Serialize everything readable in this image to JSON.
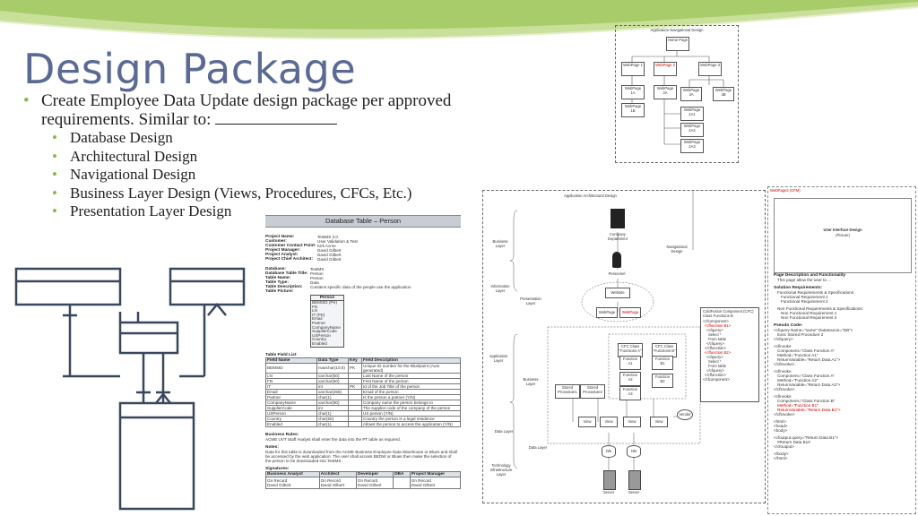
{
  "slide": {
    "title": "Design Package",
    "bullet_main": "Create Employee Data Update design package per approved requirements. Similar to:",
    "sub_bullets": [
      "Database Design",
      "Architectural Design",
      "Navigational Design",
      "Business Layer Design (Views, Procedures, CFCs, Etc.)",
      "Presentation Layer Design"
    ]
  },
  "colors": {
    "title": "#5a6a93",
    "bullet": "#8db84a",
    "wave": "#b9d67f",
    "table_header": "#c8ccd4",
    "navy": "#39475e",
    "red": "#cc0000"
  },
  "nav_diagram": {
    "title": "Application Navigational Design",
    "home": "Home Page",
    "pages": [
      "WebPage 1",
      "WebPage 2",
      "WebPage 3",
      "WebPage 1A",
      "WebPage 2A",
      "WebPage 3A",
      "WebPage 3B",
      "WebPage 1B",
      "WebPage 2A1",
      "WebPage 2A2",
      "WebPage 2A3"
    ]
  },
  "arch_diagram": {
    "title": "Application Architectural Design",
    "layers": [
      "Business Layer",
      "Information Layer",
      "Presentation Layer",
      "Application Layer",
      "Business Layer",
      "Data Layer",
      "Data Layer",
      "Technology Infrastructure Layer"
    ],
    "nodes": {
      "company": "Company Department",
      "nav": "Navigational Design",
      "person": "Personnel",
      "website": "Website",
      "webpage": "WebPage",
      "webpage_red": "WebPage",
      "cfc1": "CFC Class \"Functions A\"",
      "cfc2": "CFC Class \"Functions B\"",
      "fa1": "Function A1",
      "fb1": "Function B1",
      "fa2": "Function A2",
      "fb2": "Function B2",
      "sp1": "Stored Procedure1",
      "sp2": "Stored Procedure2",
      "fa3": "Function A3",
      "views": [
        "View",
        "View",
        "View",
        "View"
      ],
      "db": [
        "DB",
        "DB"
      ],
      "servers": [
        "Server",
        "Server"
      ],
      "vendor": "Vendor"
    },
    "code_panel": [
      "ColdFusion Component (CFC) Class Functions B",
      "<cfcomponent>",
      "<cffunction B1>",
      "<cfquery>",
      "Select *",
      "From table",
      "</cfquery>",
      "</cffunction>",
      "<cffunction B2>",
      "<cfquery>",
      "Select *",
      "From table",
      "</cfquery>",
      "</cffunction>",
      "</cfcomponent>"
    ]
  },
  "ui_panel": {
    "title": "WebPage2 (CFM)",
    "design_title": "User Interface Design",
    "design_sub": "(Picture)",
    "page_desc_title": "Page Description and Functionality",
    "page_desc": "This page allow the user to ...",
    "req_title": "Solution Requirements:",
    "req_lines": [
      "Functional Requirements & Specifications:",
      "Functional Requirement 1",
      "Functional Requirement 2",
      "Non Functional Requirements & Specifications:",
      "Non Functional Requirement 1",
      "Non Functional Requirement 2"
    ],
    "code_title": "Pseudo Code:",
    "code_lines": [
      "<cfquery Name=\"name\" Datasource=\"DB\">",
      "Exec Stored Procedure 2",
      "</cfquery>",
      "<cfinvoke",
      "Component=\"Class Function A\"",
      "Method=\"Function A1\"",
      "ReturnVariable=\"Return Data A1\">",
      "</cfinvoke>",
      "<cfinvoke",
      "Component=\"Class Function A\"",
      "Method=\"Function A2\"",
      "ReturnVariable=\"Return Data A2\">",
      "</cfinvoke>",
      "<cfinvoke",
      "Component=\"Class Function B\"",
      "Method=\"Function B1\"",
      "ReturnVariable=\"Return Data B1\">",
      "</cfinvoke>",
      "<html>",
      "<head>",
      "<body>",
      "<cfoutput query=\"Return Data B1\">",
      "#Return Data B1#",
      "</cfoutput>",
      "</body>",
      "</html>"
    ]
  },
  "db_doc": {
    "header": "Database Table – Person",
    "meta": [
      [
        "Project Name:",
        "TestMS 2.0"
      ],
      [
        "Customer:",
        "User Validation & Test"
      ],
      [
        "Customer Contact Point:",
        "Kirk Acme"
      ],
      [
        "Project Manager:",
        "David Gilbert"
      ],
      [
        "Project Analyst:",
        "David Gilbert"
      ],
      [
        "Project Chief Architect:",
        "David Gilbert"
      ]
    ],
    "meta2": [
      [
        "Database:",
        "TestMS"
      ],
      [
        "Database Table Title:",
        "Person"
      ],
      [
        "Table Name:",
        "Person"
      ],
      [
        "Table Type:",
        "Data"
      ],
      [
        "Table Description:",
        "Contains specific data of the people use the application"
      ],
      [
        "Table Picture:",
        ""
      ]
    ],
    "picture_header": "Person",
    "picture_fields": [
      "BEMSID (PK)",
      "FN",
      "LN",
      "IT (PK)",
      "Email",
      "Partner",
      "CompanyName",
      "SupplierCode",
      "USPerson",
      "Country",
      "Enabled"
    ],
    "list_title": "Table Field List",
    "columns": [
      "Field Name",
      "Data Type",
      "Key",
      "Field Description"
    ],
    "rows": [
      [
        "BEMSID",
        "nvarchar(10,0)",
        "PK",
        "Unique ID number for the Bluelpoint (Auto generated)"
      ],
      [
        "LN",
        "varchar(50)",
        "",
        "Last Name of the person"
      ],
      [
        "FN",
        "varchar(50)",
        "",
        "First Name of the person"
      ],
      [
        "IT",
        "int",
        "PK",
        "Id of the Job Title of the person"
      ],
      [
        "Email",
        "varchar(256)",
        "",
        "Email of the person"
      ],
      [
        "Partner",
        "char(1)",
        "",
        "Is the person a partner (Y/N)"
      ],
      [
        "CompanyName",
        "varchar(80)",
        "",
        "Company name the person belongs to"
      ],
      [
        "SupplierCode",
        "int",
        "",
        "The supplier code of the company of the person"
      ],
      [
        "USPerson",
        "char(1)",
        "",
        "US person (Y/N)"
      ],
      [
        "Country",
        "char(50)",
        "",
        "Country the person is a legal residence"
      ],
      [
        "Enabled",
        "char(1)",
        "",
        "Allows the person to access the application (Y/N)"
      ]
    ],
    "rules_title": "Business Rules:",
    "rules": "ACME UVT Staff Analyst shall enter the data into the PT table as required.",
    "notes_title": "Notes:",
    "notes": [
      "Data for this table is downloaded from the ACME Business Employee Data Warehouse or Blues and shall",
      "be accessed by the web application. The user shall access BEDW or Blues then make the selection of",
      "the person to be downloaded into TestMS."
    ],
    "sig_title": "Signatures:",
    "sig_cols": [
      "Business Analyst",
      "Architect",
      "Developer",
      "DBA",
      "Project Manager"
    ],
    "sig_cells": [
      [
        "On Record",
        "David Gilbert"
      ],
      [
        "On Record",
        "David Gilbert"
      ],
      [
        "On Record",
        "David Gilbert"
      ],
      [
        "",
        ""
      ],
      [
        "On Record",
        "David Gilbert"
      ]
    ]
  }
}
